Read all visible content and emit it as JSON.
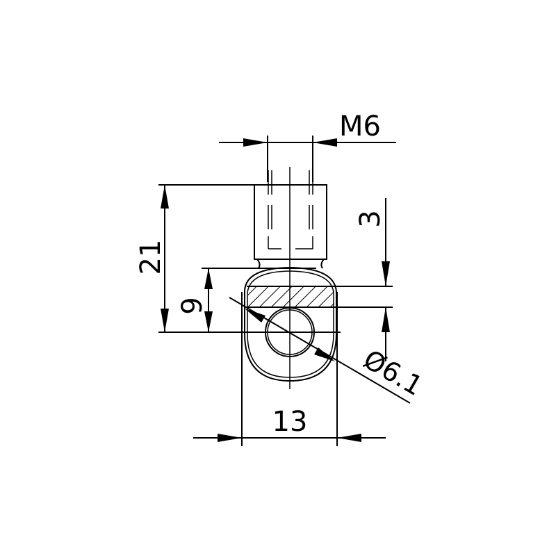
{
  "title": "Gas spring eye end fitting",
  "dimensions": {
    "thread": "M6",
    "overall_length": "21",
    "eye_offset": "9",
    "band_thickness": "3",
    "hole_diameter": "Ø6.1",
    "width": "13"
  },
  "colors": {
    "line": "#000000",
    "background": "#ffffff"
  }
}
